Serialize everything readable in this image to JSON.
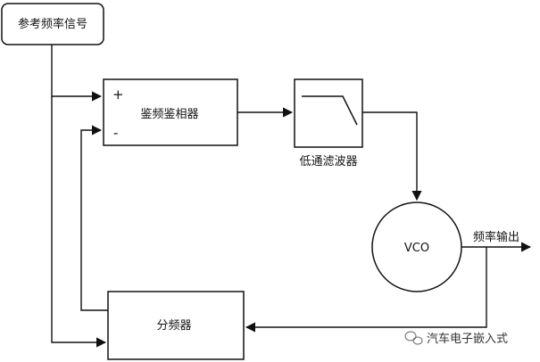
{
  "blocks": {
    "reference": "参考频率信号",
    "phase_detector": "鉴频鉴相器",
    "low_pass_filter": "低通滤波器",
    "vco": "VCO",
    "divider": "分频器"
  },
  "signs": {
    "plus": "+",
    "minus": "-"
  },
  "output_label": "频率输出",
  "watermark": {
    "text": "汽车电子嵌入式",
    "icon": "wechat-icon"
  },
  "colors": {
    "line": "#111111",
    "background": "#ffffff"
  }
}
